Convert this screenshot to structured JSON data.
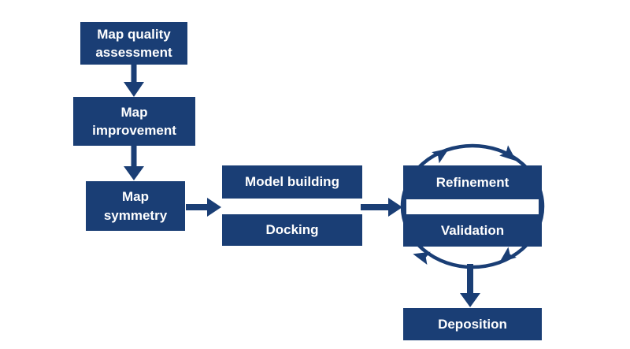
{
  "colors": {
    "box": "#1a3e75",
    "label_text": "#ffffff",
    "background": "#ffffff"
  },
  "nodes": {
    "map_quality": {
      "label": "Map quality\nassessment"
    },
    "map_improvement": {
      "label": "Map\nimprovement"
    },
    "map_symmetry": {
      "label": "Map\nsymmetry"
    },
    "model_building": {
      "label": "Model building"
    },
    "docking": {
      "label": "Docking"
    },
    "refinement": {
      "label": "Refinement"
    },
    "validation": {
      "label": "Validation"
    },
    "deposition": {
      "label": "Deposition"
    }
  },
  "edges": [
    {
      "from": "map_quality",
      "to": "map_improvement",
      "direction": "down"
    },
    {
      "from": "map_improvement",
      "to": "map_symmetry",
      "direction": "down"
    },
    {
      "from": "map_symmetry",
      "to": "model_building_docking_gap",
      "direction": "right"
    },
    {
      "from": "model_building_docking_gap",
      "to": "refinement_validation_gap",
      "direction": "right"
    },
    {
      "around": [
        "refinement",
        "validation"
      ],
      "type": "cycle",
      "flow": "clockwise",
      "arrowheads": 4
    },
    {
      "from": "refinement_validation_cycle",
      "to": "deposition",
      "direction": "down"
    }
  ]
}
